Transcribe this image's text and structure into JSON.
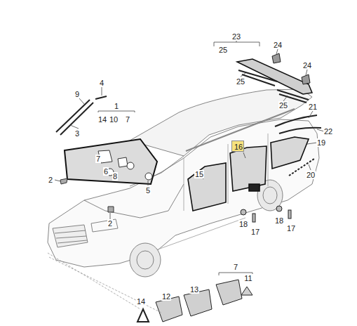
{
  "diagram": {
    "nodes": [
      {
        "text": [
          "16"
        ]
      }
    ],
    "labels": [
      "23",
      "25",
      "24",
      "24",
      "25",
      "25",
      "21",
      "22",
      "19",
      "20",
      "15",
      "18",
      "17",
      "18",
      "17",
      "4",
      "9",
      "1",
      "14",
      "10",
      "7",
      "3",
      "7",
      "6",
      "8",
      "5",
      "2",
      "2",
      "7",
      "14",
      "12",
      "13",
      "11"
    ]
  }
}
